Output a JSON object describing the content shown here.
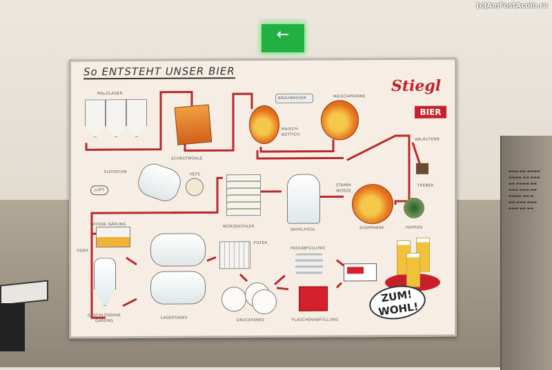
{
  "watermark": "[c]AmFostAcolo.ro",
  "exit_sign": {
    "arrow": "←",
    "icon": "running-man-icon",
    "color": "#23b043"
  },
  "poster": {
    "title": "So ENTSTEHT UNSER BIER",
    "logo": {
      "brand": "Stiegl",
      "sub": "BIER",
      "color": "#c8202a"
    },
    "labels": {
      "malzlager": "Malzlager",
      "schrotmuehle": "Schrotmühle",
      "brauwasser": "Brauwasser",
      "maischbottich": "Maisch-\nbottich",
      "maischpfanne": "Maischpfanne",
      "ablaeutern": "Abläutern",
      "treber": "Treber",
      "stammwuerze": "Stamm-\nwürze",
      "sudpfanne": "Sudpfanne",
      "hopfen": "Hopfen",
      "whirlpool": "Whirlpool",
      "wuerzekuehler": "Würzekühler",
      "hefe": "Hefe",
      "flotation": "Flotation",
      "luft": "Luft",
      "offene_gaerung": "Offene Gärung",
      "oder": "oder",
      "geschlossene_gaerung": "Geschlossene\nGärung",
      "lagertanks": "Lagertanks",
      "filter": "Filter",
      "fassabfuellung": "Fassabfüllung",
      "drucktanks": "Drucktanks",
      "flaschenabfuellung": "Flaschenabfüllung",
      "zum_wohl": "ZUM! WOHL!"
    },
    "pipe_color": "#b8282a"
  }
}
